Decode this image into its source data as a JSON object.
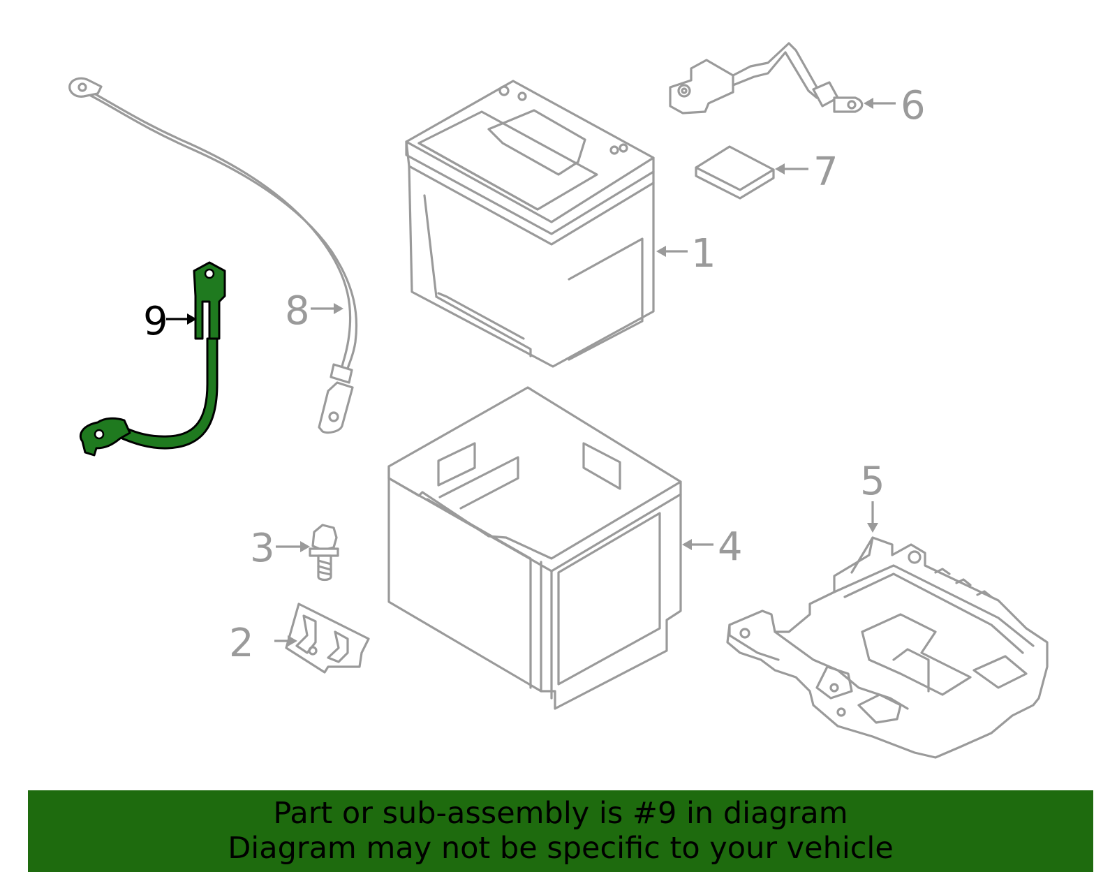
{
  "diagram": {
    "callouts": {
      "c1": "1",
      "c2": "2",
      "c3": "3",
      "c4": "4",
      "c5": "5",
      "c6": "6",
      "c7": "7",
      "c8": "8",
      "c9": "9"
    },
    "highlighted_part": "9",
    "colors": {
      "highlight": "#1f7a1f",
      "line": "#9a9a9a",
      "banner": "#1e6b0e"
    }
  },
  "banner": {
    "line1": "Part or sub-assembly is #9 in diagram",
    "line2": "Diagram may not be specific to your vehicle"
  }
}
